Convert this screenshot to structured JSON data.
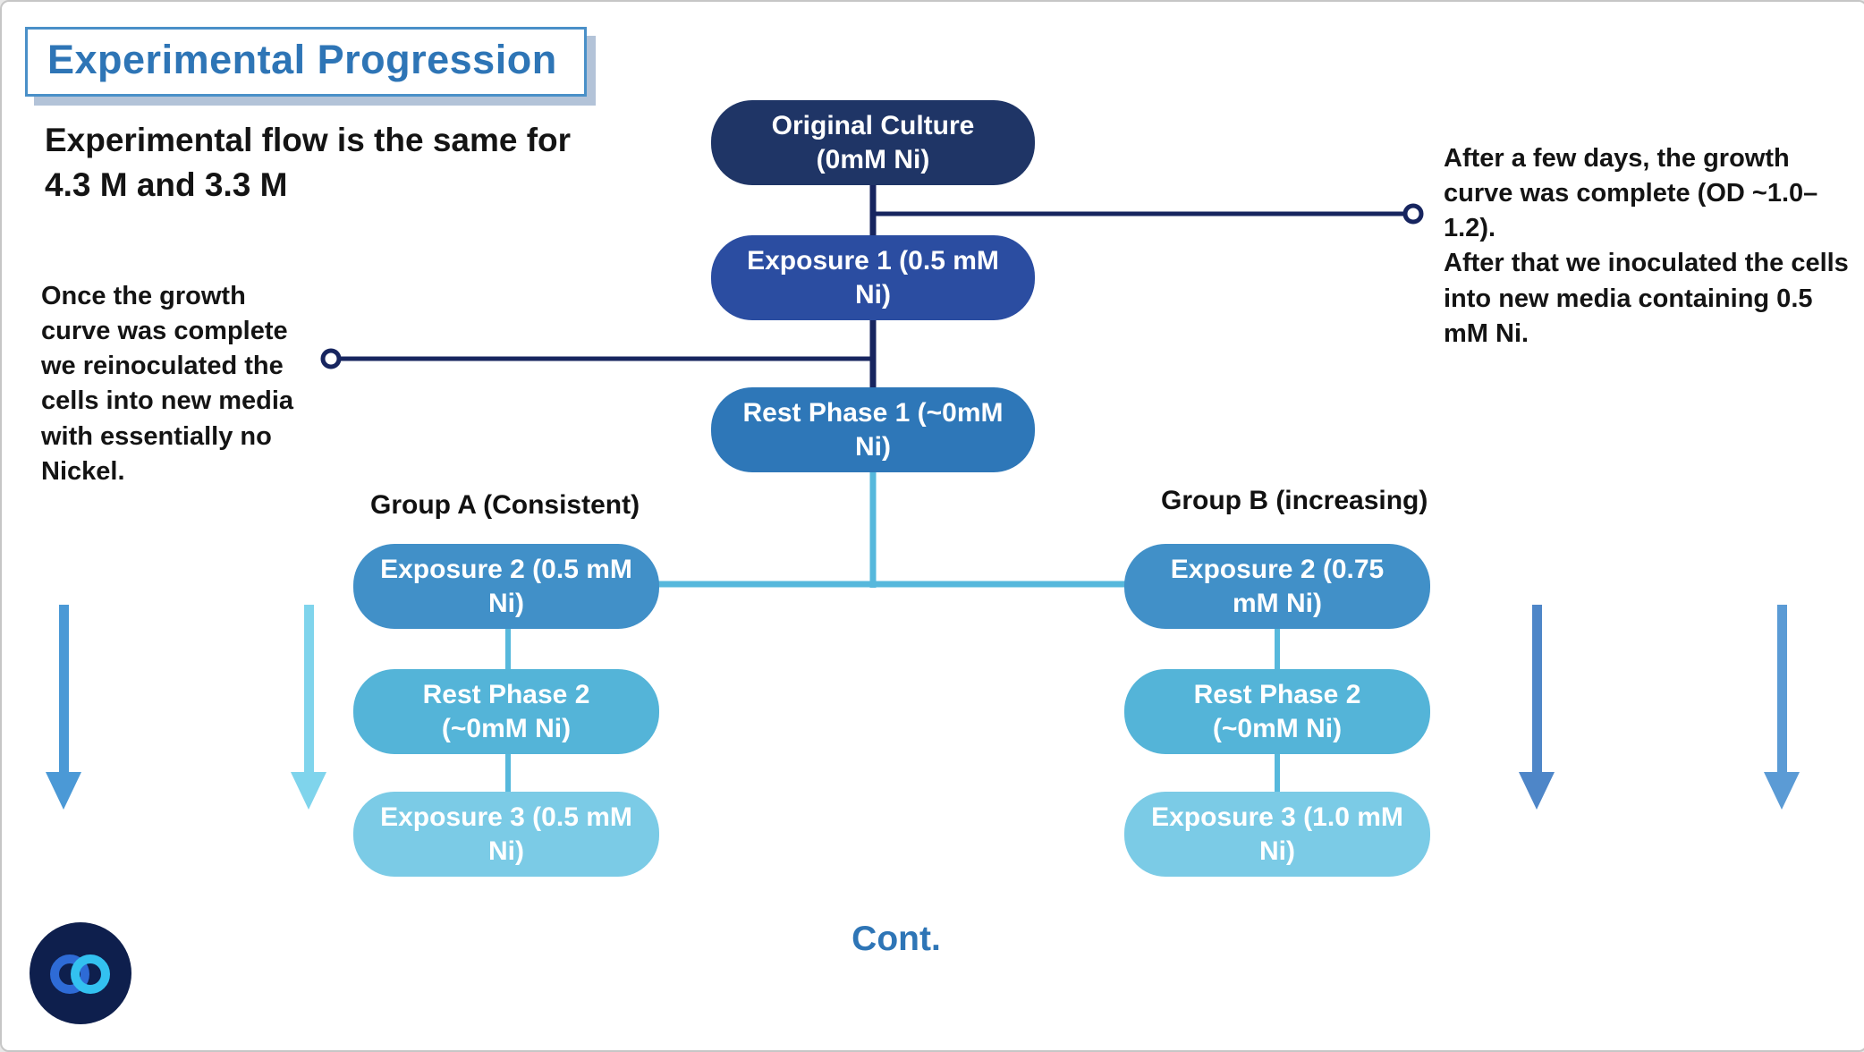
{
  "title": "Experimental Progression",
  "subtitle": "Experimental flow is the same for\n4.3 M and 3.3 M",
  "annotations": {
    "left": "Once the growth\ncurve was complete\nwe reinoculated the\ncells into new media\nwith essentially no\nNickel.",
    "right": "After a few days, the growth\ncurve was complete (OD ~1.0–1.2).\nAfter that we inoculated the cells\ninto new media containing 0.5\nmM Ni."
  },
  "flow": {
    "trunk": [
      {
        "label": "Original Culture\n(0mM Ni)"
      },
      {
        "label": "Exposure 1 (0.5 mM\nNi)"
      },
      {
        "label": "Rest Phase 1 (~0mM\nNi)"
      }
    ],
    "group_a": {
      "label": "Group A (Consistent)",
      "nodes": [
        {
          "label": "Exposure 2 (0.5 mM\nNi)"
        },
        {
          "label": "Rest Phase 2\n(~0mM Ni)"
        },
        {
          "label": "Exposure 3 (0.5 mM\nNi)"
        }
      ]
    },
    "group_b": {
      "label": "Group B (increasing)",
      "nodes": [
        {
          "label": "Exposure 2 (0.75\nmM Ni)"
        },
        {
          "label": "Rest Phase 2\n(~0mM Ni)"
        },
        {
          "label": "Exposure 3 (1.0 mM\nNi)"
        }
      ]
    }
  },
  "footer": {
    "cont_label": "Cont."
  },
  "icons": {
    "logo": "interlocked-rings-logo"
  },
  "colors": {
    "title_blue": "#2E75B6",
    "node_l1": "#1F3566",
    "node_l2": "#2B4DA1",
    "node_l3": "#2E77B8",
    "node_l4": "#4190C8",
    "node_l5": "#54B4D8",
    "node_l6": "#7BCBE6",
    "line_dark": "#17255F",
    "line_light": "#56B8DC",
    "arrow_1": "#4B99D6",
    "arrow_2": "#7FD4EC",
    "arrow_3": "#4E86C8",
    "arrow_4": "#5B9BD5"
  }
}
